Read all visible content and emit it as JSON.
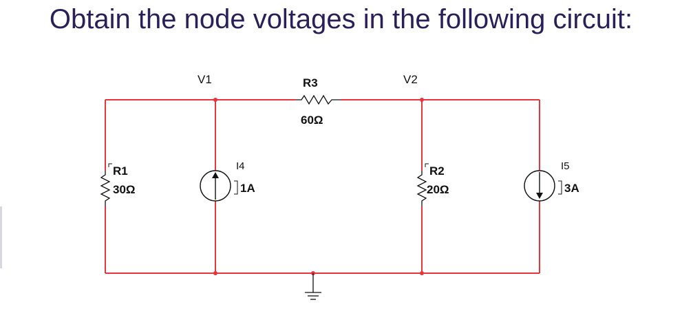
{
  "title": "Obtain the node voltages in the following circuit:",
  "colors": {
    "wire": "#e8353b",
    "component": "#111111",
    "title": "#2b1f5a",
    "node_dot": "#e8353b"
  },
  "nodes": {
    "v1": "V1",
    "v2": "V2"
  },
  "components": {
    "r1": {
      "name": "R1",
      "value": "30Ω"
    },
    "r2": {
      "name": "R2",
      "value": "20Ω"
    },
    "r3": {
      "name": "R3",
      "value": "60Ω"
    },
    "i4": {
      "name": "I4",
      "value": "1A",
      "direction": "up"
    },
    "i5": {
      "name": "I5",
      "value": "3A",
      "direction": "down"
    }
  },
  "ground": {
    "icon": "ground-icon"
  }
}
